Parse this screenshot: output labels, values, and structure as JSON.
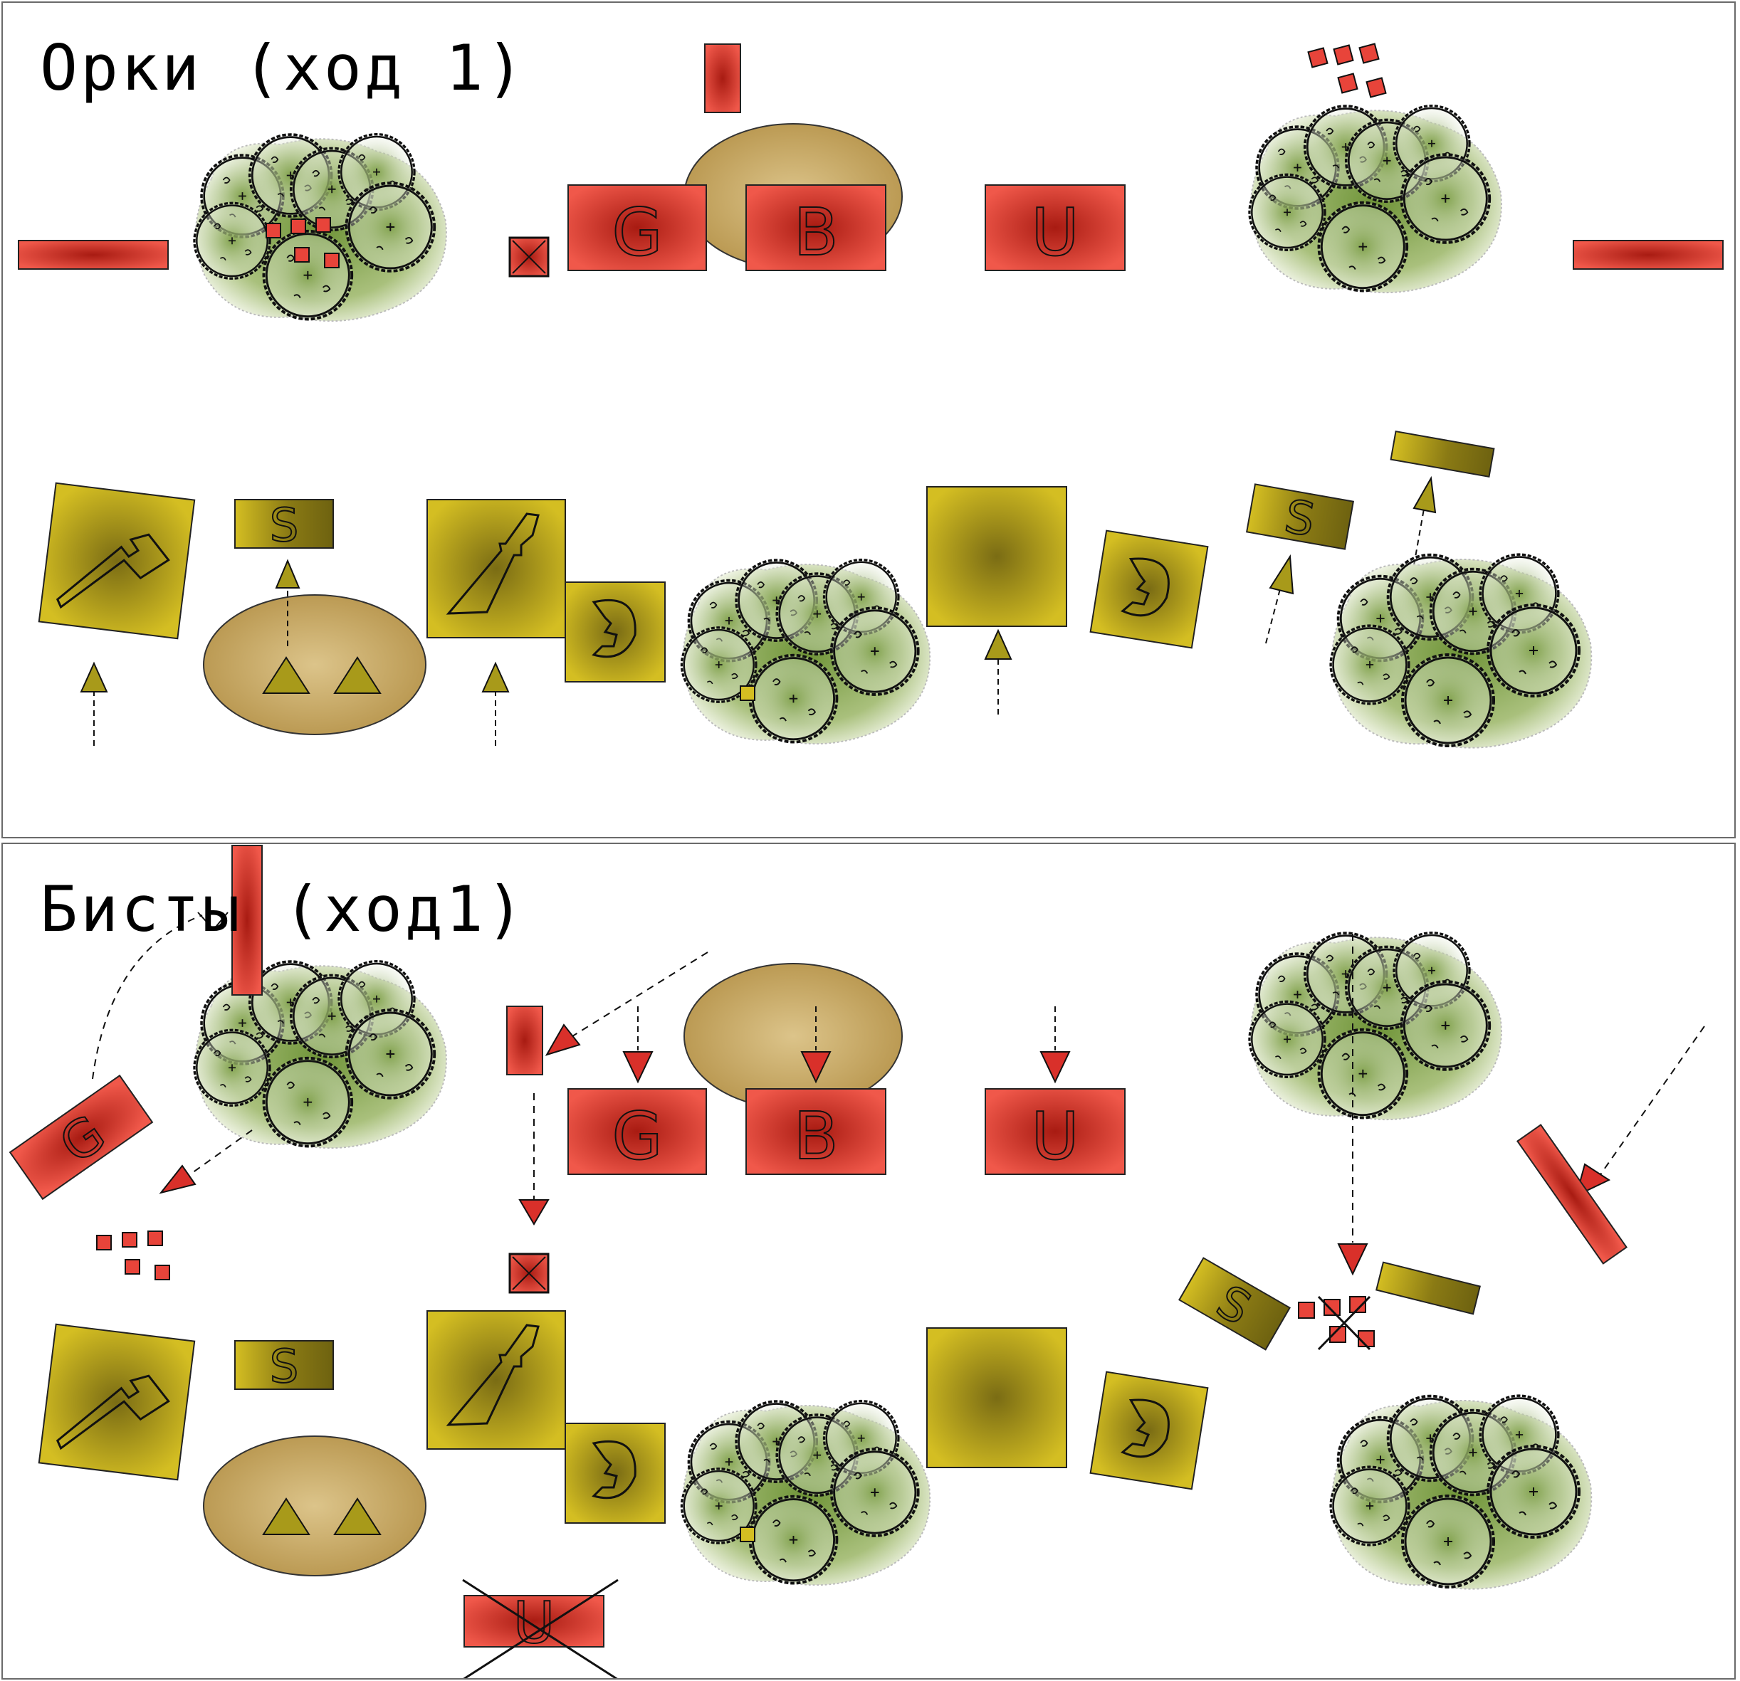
{
  "panels": [
    {
      "id": "orcs",
      "title": "Орки (ход 1)"
    },
    {
      "id": "beasts",
      "title": "Бисты (ход1)"
    }
  ],
  "unit_letters": {
    "g": "G",
    "b": "B",
    "u": "U",
    "s": "S"
  },
  "colors": {
    "orc_red": "#d9302a",
    "orc_red_dark": "#a81b12",
    "beast_yellow": "#c9b41c",
    "beast_olive": "#7a6c14",
    "hill_tan": "#c9a862",
    "forest_green": "#7fa04a",
    "panel_border": "#6a6a6a"
  },
  "icons": [
    "axe-icon",
    "sword-icon",
    "crescent-moon-icon",
    "triangle-marker-icon",
    "tree-icon",
    "cross-mark-icon"
  ]
}
